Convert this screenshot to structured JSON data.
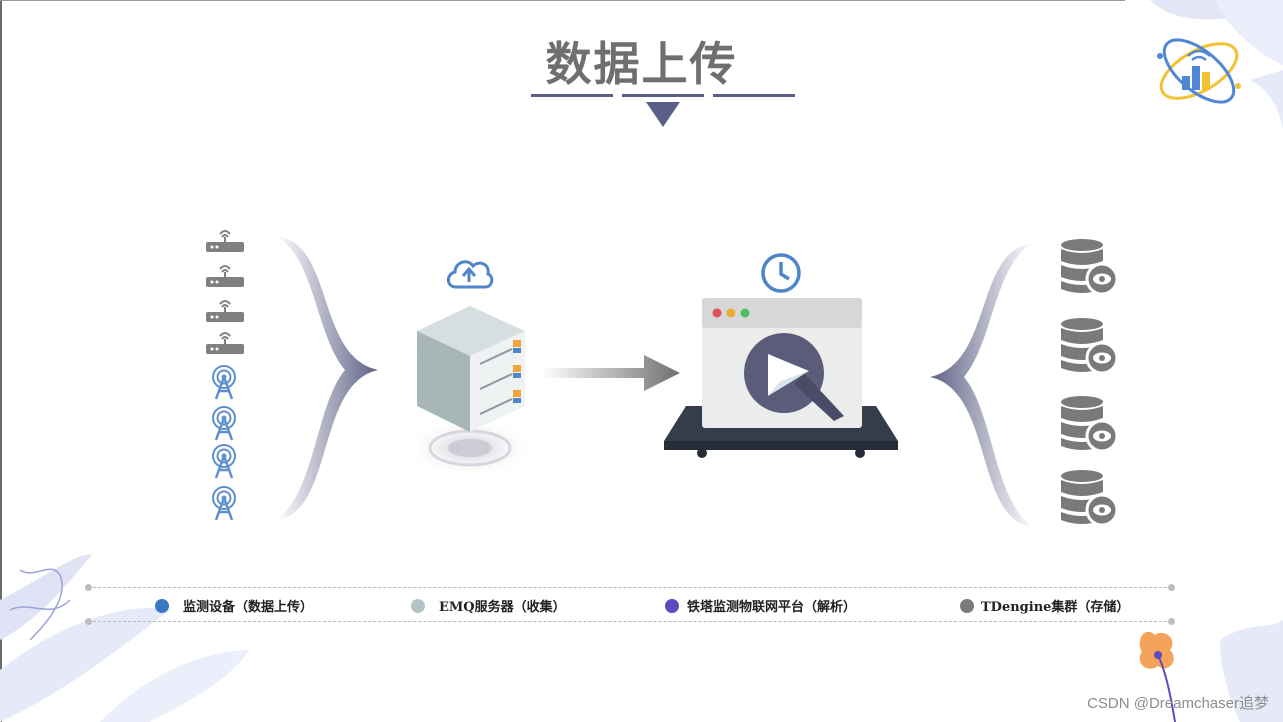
{
  "title": "数据上传",
  "legend": [
    {
      "label": "监测设备（数据上传）",
      "color": "#3b78c4"
    },
    {
      "label": "EMQ服务器（收集）",
      "color": "#b4c3c6"
    },
    {
      "label": "铁塔监测物联网平台（解析）",
      "color": "#5a4bc0"
    },
    {
      "label": "TDengine集群（存储）",
      "color": "#7a7a7a"
    }
  ],
  "icons": {
    "routers": "router-icon",
    "towers": "signal-tower-icon",
    "server": "server-icon",
    "cloud": "cloud-upload-icon",
    "clock": "clock-icon",
    "platform": "browser-window-icon",
    "databases": "database-view-icon"
  },
  "colors": {
    "title": "#6f6f72",
    "accent": "#5b5f86",
    "device_blue": "#5d8fcf",
    "db_gray": "#7a7a7a"
  },
  "watermark": "CSDN @Dreamchaser追梦"
}
